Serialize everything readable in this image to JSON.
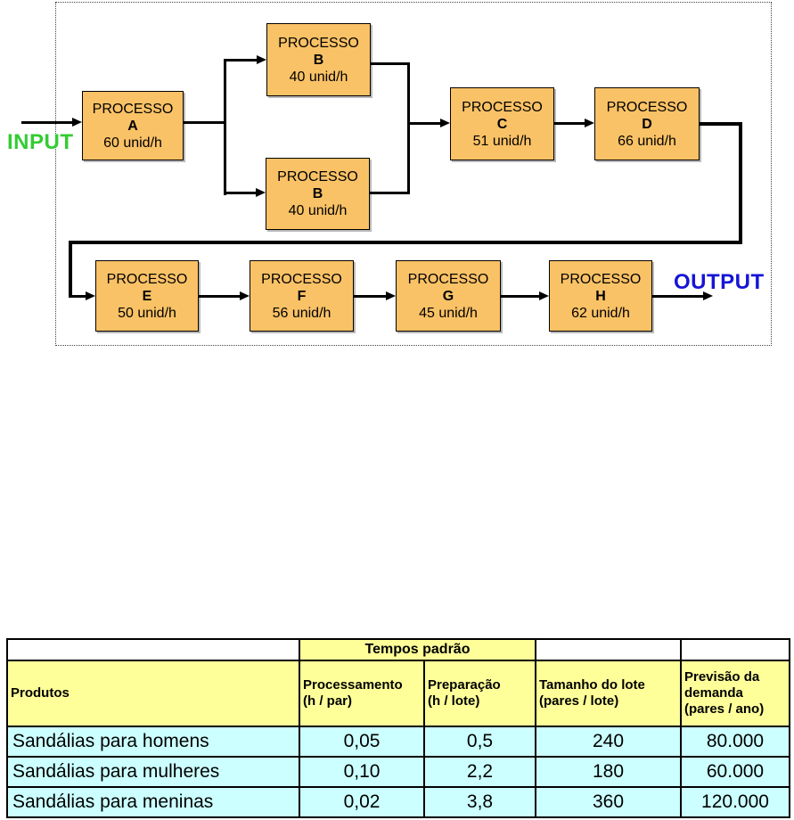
{
  "diagram": {
    "input_label": "INPUT",
    "output_label": "OUTPUT",
    "boxes": [
      {
        "title": "PROCESSO",
        "letter": "A",
        "rate": "60 unid/h"
      },
      {
        "title": "PROCESSO",
        "letter": "B",
        "rate": "40 unid/h"
      },
      {
        "title": "PROCESSO",
        "letter": "B",
        "rate": "40 unid/h"
      },
      {
        "title": "PROCESSO",
        "letter": "C",
        "rate": "51 unid/h"
      },
      {
        "title": "PROCESSO",
        "letter": "D",
        "rate": "66 unid/h"
      },
      {
        "title": "PROCESSO",
        "letter": "E",
        "rate": "50 unid/h"
      },
      {
        "title": "PROCESSO",
        "letter": "F",
        "rate": "56 unid/h"
      },
      {
        "title": "PROCESSO",
        "letter": "G",
        "rate": "45 unid/h"
      },
      {
        "title": "PROCESSO",
        "letter": "H",
        "rate": "62 unid/h"
      }
    ],
    "colors": {
      "box_fill": "#FAC266",
      "input_label": "#33CC33",
      "output_label": "#1515D6",
      "connector": "#000000"
    }
  },
  "table": {
    "group_header": "Tempos padrão",
    "columns": [
      {
        "name": "Produtos",
        "unit": ""
      },
      {
        "name": "Processamento",
        "unit": "(h / par)"
      },
      {
        "name": "Preparação",
        "unit": "(h / lote)"
      },
      {
        "name": "Tamanho do lote",
        "unit": "(pares / lote)"
      },
      {
        "name": "Previsão da demanda",
        "unit": "(pares / ano)"
      }
    ],
    "rows": [
      {
        "produto": "Sandálias para homens",
        "processamento": "0,05",
        "preparacao": "0,5",
        "tamanho": "240",
        "previsao": "80.000"
      },
      {
        "produto": "Sandálias para mulheres",
        "processamento": "0,10",
        "preparacao": "2,2",
        "tamanho": "180",
        "previsao": "60.000"
      },
      {
        "produto": "Sandálias para meninas",
        "processamento": "0,02",
        "preparacao": "3,8",
        "tamanho": "360",
        "previsao": "120.000"
      }
    ],
    "colors": {
      "header_bg": "#FFFF99",
      "data_bg": "#CCFFFF"
    }
  }
}
